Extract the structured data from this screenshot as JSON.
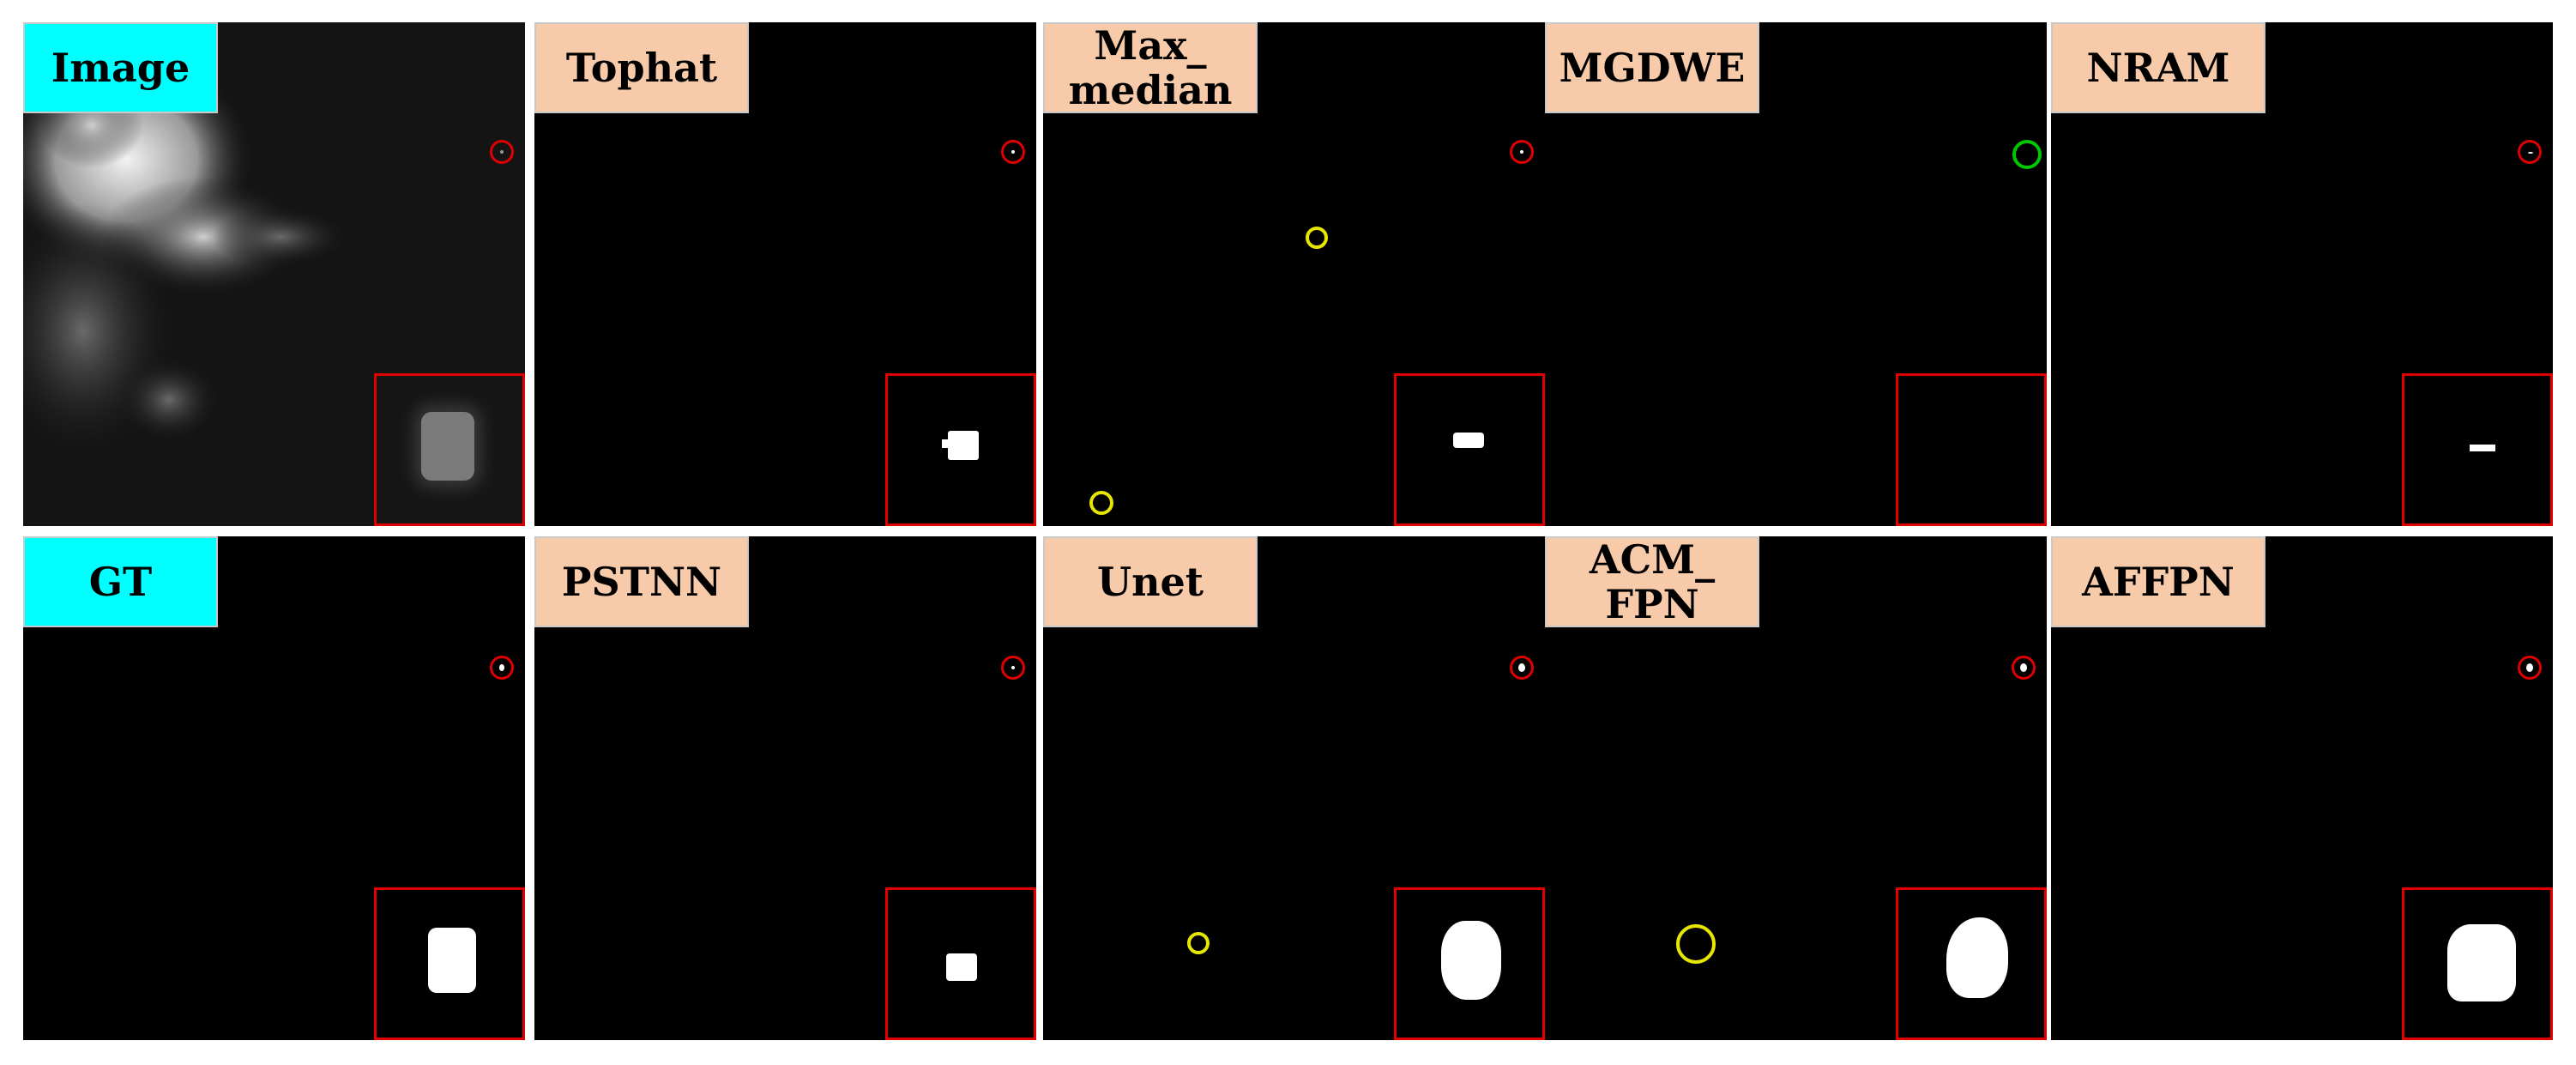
{
  "panels": [
    {
      "label": "Image"
    },
    {
      "label": "Tophat"
    },
    {
      "label": "Max_\nmedian"
    },
    {
      "label": "MGDWE"
    },
    {
      "label": "NRAM"
    },
    {
      "label": "GT"
    },
    {
      "label": "PSTNN"
    },
    {
      "label": "Unet"
    },
    {
      "label": "ACM_\nFPN"
    },
    {
      "label": "AFFPN"
    }
  ],
  "colors": {
    "label_input": "#00ffff",
    "label_method": "#f7cbaa",
    "target_circle": "#e00000",
    "missed_target_circle": "#00c800",
    "false_alarm_circle": "#e6e600"
  }
}
